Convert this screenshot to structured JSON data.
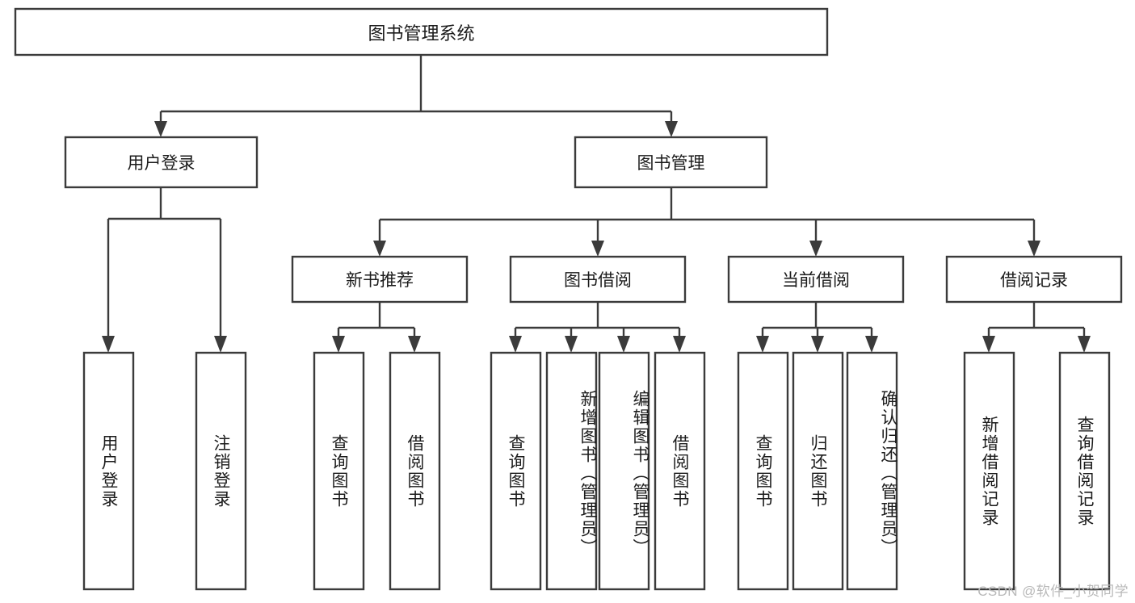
{
  "diagram": {
    "title": "图书管理系统",
    "watermark": "CSDN @软件_小贺同学",
    "colors": {
      "stroke": "#3b3b3b",
      "fill": "#ffffff",
      "text": "#1b1b1b",
      "watermark": "#b9b9b9"
    },
    "levels": {
      "root": {
        "label": "图书管理系统"
      },
      "level2": [
        {
          "id": "user-login",
          "label": "用户登录"
        },
        {
          "id": "book-management",
          "label": "图书管理"
        }
      ],
      "level3": [
        {
          "id": "new-book-recommend",
          "label": "新书推荐",
          "parent": "book-management"
        },
        {
          "id": "book-borrow",
          "label": "图书借阅",
          "parent": "book-management"
        },
        {
          "id": "current-borrow",
          "label": "当前借阅",
          "parent": "book-management"
        },
        {
          "id": "borrow-record",
          "label": "借阅记录",
          "parent": "book-management"
        }
      ],
      "leaves": [
        {
          "id": "leaf-user-login",
          "label": "用户登录",
          "parent": "user-login"
        },
        {
          "id": "leaf-logout-login",
          "label": "注销登录",
          "parent": "user-login"
        },
        {
          "id": "leaf-query-book-1",
          "label": "查询图书",
          "parent": "new-book-recommend"
        },
        {
          "id": "leaf-borrow-book-1",
          "label": "借阅图书",
          "parent": "new-book-recommend"
        },
        {
          "id": "leaf-query-book-2",
          "label": "查询图书",
          "parent": "book-borrow"
        },
        {
          "id": "leaf-add-book",
          "label": "新增图书（管理员）",
          "parent": "book-borrow"
        },
        {
          "id": "leaf-edit-book",
          "label": "编辑图书（管理员）",
          "parent": "book-borrow"
        },
        {
          "id": "leaf-borrow-book-2",
          "label": "借阅图书",
          "parent": "book-borrow"
        },
        {
          "id": "leaf-query-book-3",
          "label": "查询图书",
          "parent": "current-borrow"
        },
        {
          "id": "leaf-return-book",
          "label": "归还图书",
          "parent": "current-borrow"
        },
        {
          "id": "leaf-confirm-return",
          "label": "确认归还（管理员）",
          "parent": "current-borrow"
        },
        {
          "id": "leaf-add-record",
          "label": "新增借阅记录",
          "parent": "borrow-record"
        },
        {
          "id": "leaf-query-record",
          "label": "查询借阅记录",
          "parent": "borrow-record"
        }
      ]
    }
  }
}
